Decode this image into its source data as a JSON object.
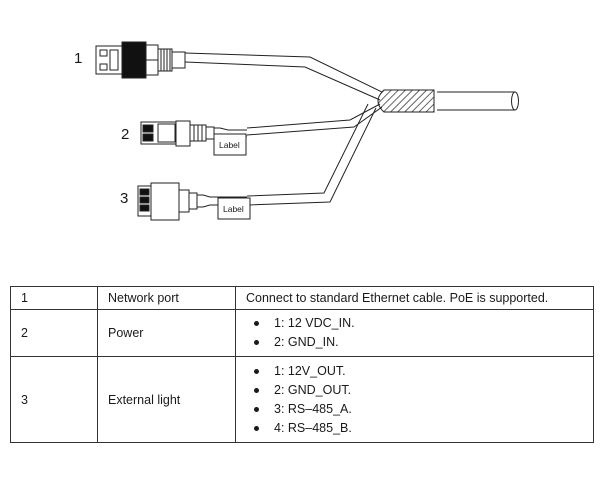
{
  "diagram": {
    "callouts": [
      "1",
      "2",
      "3"
    ],
    "label_tag_text": "Label"
  },
  "table": {
    "rows": [
      {
        "no": "1",
        "port": "Network port",
        "items": [
          "Connect to standard Ethernet cable. PoE is supported."
        ]
      },
      {
        "no": "2",
        "port": "Power",
        "items": [
          "1: 12 VDC_IN.",
          "2: GND_IN."
        ]
      },
      {
        "no": "3",
        "port": "External light",
        "items": [
          "1: 12V_OUT.",
          "2: GND_OUT.",
          "3: RS–485_A.",
          "4: RS–485_B."
        ]
      }
    ]
  }
}
